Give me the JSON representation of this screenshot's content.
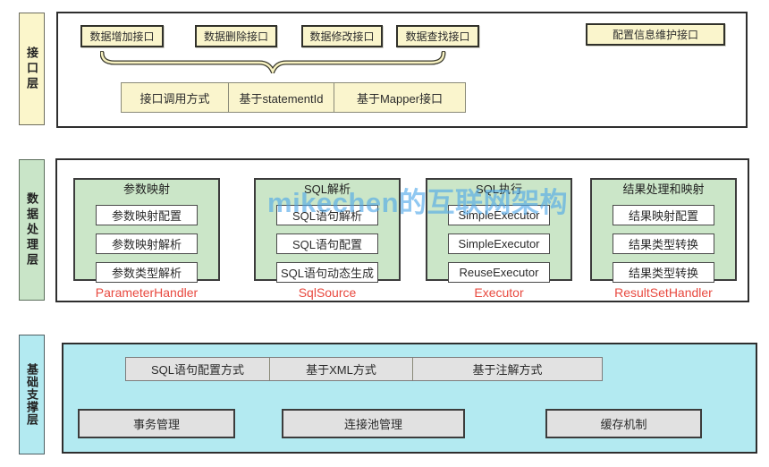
{
  "watermark": {
    "text": "mikechen的互联网架构",
    "color": "#4da6e8"
  },
  "layers": {
    "interface": {
      "side_label": "接口层",
      "boxes": [
        "数据增加接口",
        "数据删除接口",
        "数据修改接口",
        "数据查找接口",
        "配置信息维护接口"
      ],
      "call_table": [
        "接口调用方式",
        "基于statementId",
        "基于Mapper接口"
      ]
    },
    "processing": {
      "side_label": "数据处理层",
      "groups": [
        {
          "title": "参数映射",
          "items": [
            "参数映射配置",
            "参数映射解析",
            "参数类型解析"
          ],
          "handler": "ParameterHandler"
        },
        {
          "title": "SQL解析",
          "items": [
            "SQL语句解析",
            "SQL语句配置",
            "SQL语句动态生成"
          ],
          "handler": "SqlSource"
        },
        {
          "title": "SQL执行",
          "items": [
            "SimpleExecutor",
            "SimpleExecutor",
            "ReuseExecutor"
          ],
          "handler": "Executor"
        },
        {
          "title": "结果处理和映射",
          "items": [
            "结果映射配置",
            "结果类型转换",
            "结果类型转换"
          ],
          "handler": "ResultSetHandler"
        }
      ]
    },
    "support": {
      "side_label": "基础支撑层",
      "config_table": [
        "SQL语句配置方式",
        "基于XML方式",
        "基于注解方式"
      ],
      "boxes": [
        "事务管理",
        "连接池管理",
        "缓存机制"
      ]
    }
  },
  "colors": {
    "interface_fill": "#faf5cc",
    "processing_fill": "#cbe6c8",
    "support_fill": "#b3eaf1",
    "block_gray": "#e1e1e1",
    "handler_red": "#e8493f",
    "watermark_blue": "#4da6e8"
  }
}
